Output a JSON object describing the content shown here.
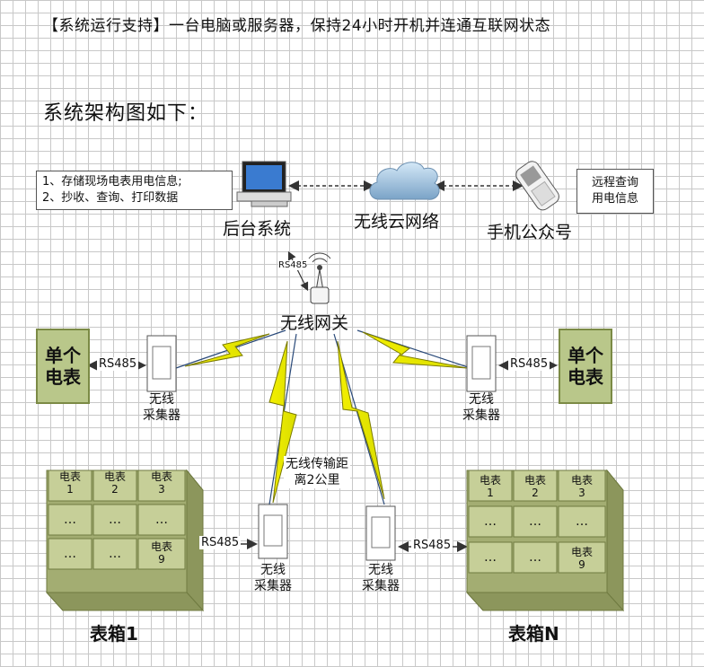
{
  "header": "【系统运行支持】一台电脑或服务器，保持24小时开机并连通互联网状态",
  "subtitle": "系统架构图如下：",
  "backend": {
    "notes": [
      "1、存储现场电表用电信息;",
      "2、抄收、查询、打印数据"
    ],
    "label": "后台系统"
  },
  "cloud": {
    "label": "无线云网络"
  },
  "phone": {
    "label": "手机公众号",
    "note": [
      "远程查询",
      "用电信息"
    ]
  },
  "gateway": {
    "label": "无线网关",
    "link": "RS485"
  },
  "meter_single": {
    "label": [
      "单个",
      "电表"
    ]
  },
  "rs485": "RS485",
  "collector": {
    "label": [
      "无线",
      "采集器"
    ]
  },
  "range_note": [
    "无线传输距",
    "离2公里"
  ],
  "cabinet": {
    "cell_label": "电表",
    "nums": [
      "1",
      "2",
      "3"
    ],
    "last": "9",
    "dots": "…",
    "titles": [
      "表箱1",
      "表箱N"
    ]
  }
}
